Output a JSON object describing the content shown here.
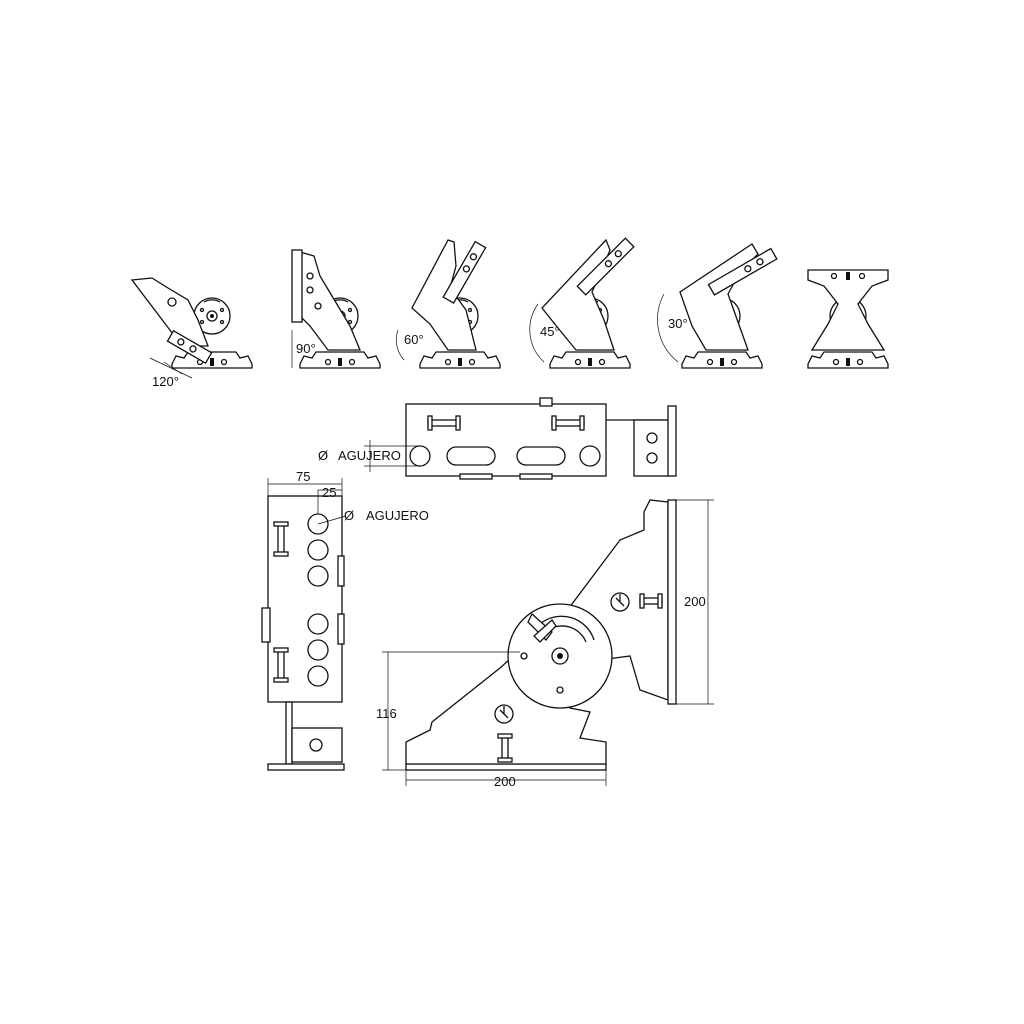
{
  "angles": {
    "a120": "120°",
    "a90": "90°",
    "a60": "60°",
    "a45": "45°",
    "a30": "30°"
  },
  "labels": {
    "hole_top": "AGUJERO",
    "hole_side": "AGUJERO",
    "diameter_symbol": "Ø"
  },
  "dims": {
    "width_75": "75",
    "offset_25": "25",
    "height_200": "200",
    "base_200": "200",
    "pivot_116": "116"
  }
}
